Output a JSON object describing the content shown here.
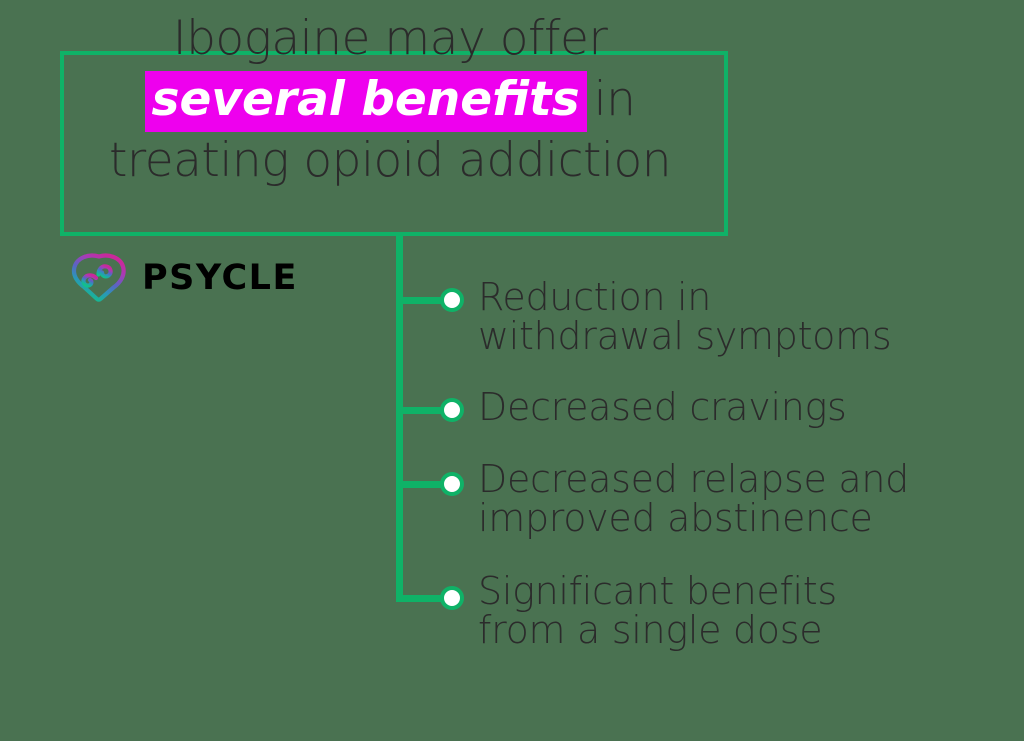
{
  "colors": {
    "background": "#4a7251",
    "accent_green": "#0fb267",
    "highlight_magenta": "#ee00ee",
    "text_dark": "#2b2b2b",
    "logo_word": "#000000",
    "bullet_fill": "#ffffff"
  },
  "title": {
    "line1": "Ibogaine may offer",
    "line2_highlight": "several benefits",
    "line2_after": "in",
    "line3": "treating opioid addiction"
  },
  "logo": {
    "mark_name": "brain-icon",
    "wordmark": "PSYCLE"
  },
  "benefits": [
    {
      "line1": "Reduction in",
      "line2": "withdrawal symptoms"
    },
    {
      "line1": "Decreased cravings",
      "line2": ""
    },
    {
      "line1": "Decreased relapse and",
      "line2": "improved abstinence"
    },
    {
      "line1": "Significant benefits",
      "line2": "from a single dose"
    }
  ]
}
